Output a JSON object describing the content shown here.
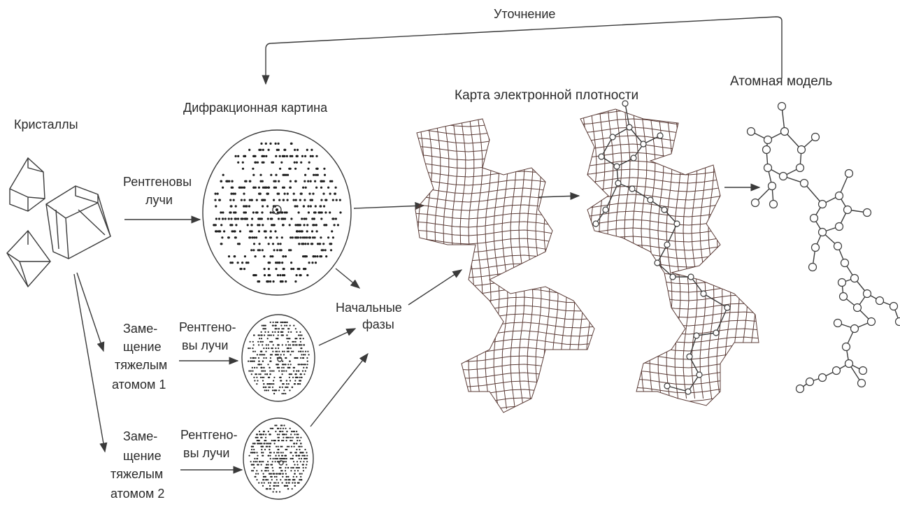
{
  "labels": {
    "refinement": "Уточнение",
    "crystals": "Кристаллы",
    "diffraction_pattern": "Дифракционная картина",
    "xrays_main_line1": "Рентгеновы",
    "xrays_main_line2": "лучи",
    "density_map": "Карта электронной плотности",
    "atomic_model": "Атомная модель",
    "initial_phases_line1": "Начальные",
    "initial_phases_line2": "фазы",
    "heavy1_line1": "Заме-",
    "heavy1_line2": "щение",
    "heavy1_line3": "тяжелым",
    "heavy1_line4": "атомом 1",
    "heavy2_line1": "Заме-",
    "heavy2_line2": "щение",
    "heavy2_line3": "тяжелым",
    "heavy2_line4": "атомом 2",
    "xrays_small1_line1": "Рентгено-",
    "xrays_small1_line2": "вы лучи",
    "xrays_small2_line1": "Рентгено-",
    "xrays_small2_line2": "вы лучи"
  },
  "colors": {
    "ink": "#2a2a2a",
    "mesh": "#5a3b36",
    "background": "#ffffff"
  }
}
